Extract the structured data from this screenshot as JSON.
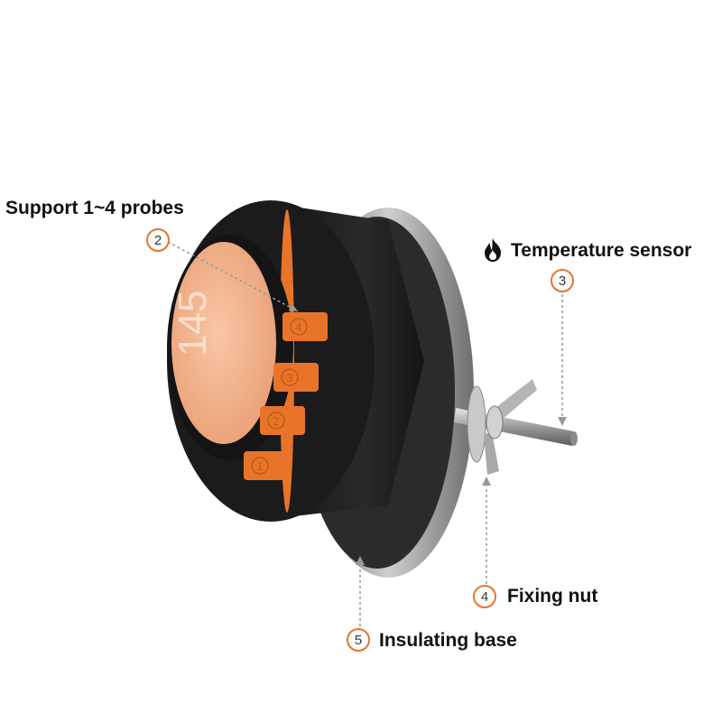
{
  "callouts": {
    "probes": {
      "number": "2",
      "label": "Support 1~4 probes"
    },
    "sensor": {
      "number": "3",
      "label": "Temperature sensor",
      "icon": "flame-icon"
    },
    "nut": {
      "number": "4",
      "label": "Fixing nut"
    },
    "base": {
      "number": "5",
      "label": "Insulating base"
    }
  },
  "device": {
    "display_reading": "145",
    "ports": [
      "1",
      "2",
      "3",
      "4"
    ]
  },
  "colors": {
    "accent": "#e8742a",
    "body_dark": "#1c1c1c",
    "metal": "#9a9a9a"
  }
}
